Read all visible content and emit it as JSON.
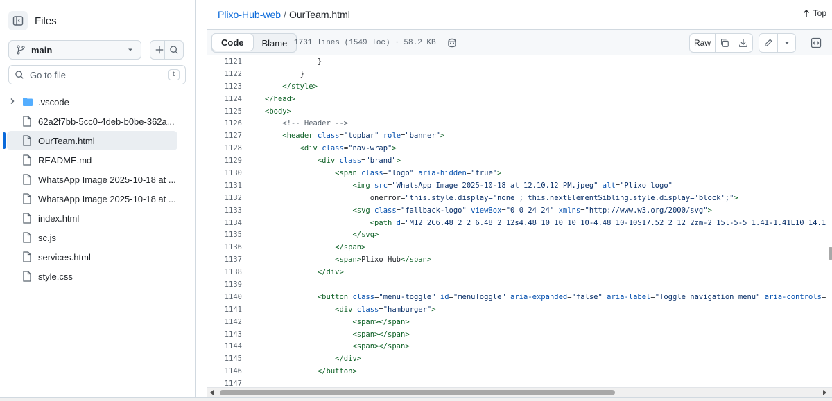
{
  "sidebar": {
    "title": "Files",
    "branch": "main",
    "goto_placeholder": "Go to file",
    "goto_shortcut": "t",
    "items": [
      {
        "label": ".vscode",
        "type": "folder"
      },
      {
        "label": "62a2f7bb-5cc0-4deb-b0be-362a...",
        "type": "file"
      },
      {
        "label": "OurTeam.html",
        "type": "file",
        "selected": true
      },
      {
        "label": "README.md",
        "type": "file"
      },
      {
        "label": "WhatsApp Image 2025-10-18 at ...",
        "type": "file"
      },
      {
        "label": "WhatsApp Image 2025-10-18 at ...",
        "type": "file"
      },
      {
        "label": "index.html",
        "type": "file"
      },
      {
        "label": "sc.js",
        "type": "file"
      },
      {
        "label": "services.html",
        "type": "file"
      },
      {
        "label": "style.css",
        "type": "file"
      }
    ]
  },
  "header": {
    "repo": "Plixo-Hub-web",
    "separator": "/",
    "file": "OurTeam.html",
    "top_label": "Top"
  },
  "toolbar": {
    "code_tab": "Code",
    "blame_tab": "Blame",
    "file_info": "1731 lines (1549 loc) · 58.2 KB",
    "raw_label": "Raw"
  },
  "code": {
    "lines": [
      {
        "n": "1121",
        "text": "            }"
      },
      {
        "n": "1122",
        "text": "        }"
      },
      {
        "n": "1123",
        "text": "    </style>"
      },
      {
        "n": "1124",
        "text": "</head>"
      },
      {
        "n": "1125",
        "text": "<body>"
      },
      {
        "n": "1126",
        "text": "    <!-- Header -->"
      },
      {
        "n": "1127",
        "text": "    <header class=\"topbar\" role=\"banner\">"
      },
      {
        "n": "1128",
        "text": "        <div class=\"nav-wrap\">"
      },
      {
        "n": "1129",
        "text": "            <div class=\"brand\">"
      },
      {
        "n": "1130",
        "text": "                <span class=\"logo\" aria-hidden=\"true\">"
      },
      {
        "n": "1131",
        "text": "                    <img src=\"WhatsApp Image 2025-10-18 at 12.10.12 PM.jpeg\" alt=\"Plixo logo\""
      },
      {
        "n": "1132",
        "text": "                        onerror=\"this.style.display='none'; this.nextElementSibling.style.display='block';\">"
      },
      {
        "n": "1133",
        "text": "                    <svg class=\"fallback-logo\" viewBox=\"0 0 24 24\" xmlns=\"http://www.w3.org/2000/svg\">"
      },
      {
        "n": "1134",
        "text": "                        <path d=\"M12 2C6.48 2 2 6.48 2 12s4.48 10 10 10 10-4.48 10-10S17.52 2 12 2zm-2 15l-5-5 1.41-1.41L10 14.1"
      },
      {
        "n": "1135",
        "text": "                    </svg>"
      },
      {
        "n": "1136",
        "text": "                </span>"
      },
      {
        "n": "1137",
        "text": "                <span>Plixo Hub</span>"
      },
      {
        "n": "1138",
        "text": "            </div>"
      },
      {
        "n": "1139",
        "text": ""
      },
      {
        "n": "1140",
        "text": "            <button class=\"menu-toggle\" id=\"menuToggle\" aria-expanded=\"false\" aria-label=\"Toggle navigation menu\" aria-controls="
      },
      {
        "n": "1141",
        "text": "                <div class=\"hamburger\">"
      },
      {
        "n": "1142",
        "text": "                    <span></span>"
      },
      {
        "n": "1143",
        "text": "                    <span></span>"
      },
      {
        "n": "1144",
        "text": "                    <span></span>"
      },
      {
        "n": "1145",
        "text": "                </div>"
      },
      {
        "n": "1146",
        "text": "            </button>"
      },
      {
        "n": "1147",
        "text": ""
      }
    ]
  },
  "colors": {
    "accent": "#0969da",
    "tag": "#116329",
    "attr": "#0550ae",
    "string": "#0a3069",
    "comment": "#59636e"
  }
}
